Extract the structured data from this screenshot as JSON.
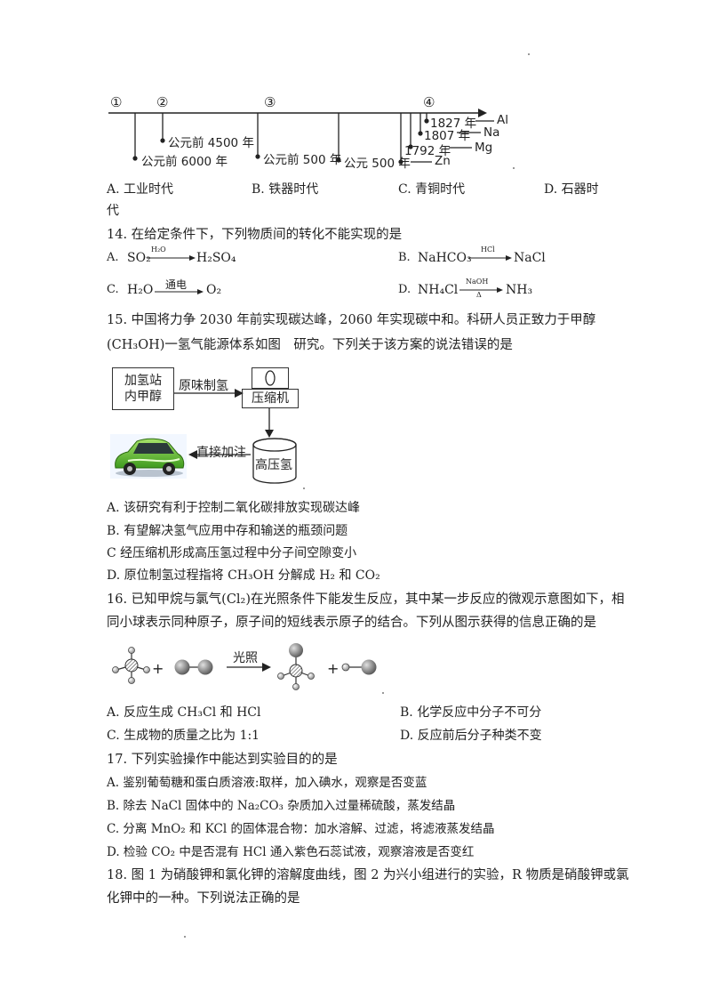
{
  "timeline": {
    "markers": [
      "①",
      "②",
      "③",
      "④"
    ],
    "dates": {
      "bc6000": "公元前 6000 年",
      "bc4500": "公元前 4500 年",
      "bc500": "公元前 500 年",
      "ad500": "公元 500 年",
      "y1827": "1827 年",
      "y1807": "1807 年",
      "y1792": "1792 年"
    },
    "metals": {
      "al": "Al",
      "na": "Na",
      "mg": "Mg",
      "zn": "Zn"
    }
  },
  "q13": {
    "options": [
      "A. 工业时代",
      "B. 铁器时代",
      "C. 青铜时代",
      "D. 石器时"
    ],
    "wrap": "代"
  },
  "q14": {
    "stem": "14. 在给定条件下，下列物质间的转化不能实现的是",
    "a": {
      "label": "A.",
      "left": "SO₂",
      "cond": "H₂O",
      "right": "H₂SO₄"
    },
    "b": {
      "label": "B.",
      "left": "NaHCO₃",
      "cond": "HCl",
      "right": "NaCl"
    },
    "c": {
      "label": "C.",
      "left": "H₂O",
      "cond": "通电",
      "right": "O₂"
    },
    "d": {
      "label": "D.",
      "left": "NH₄Cl",
      "cond": "NaOH",
      "cond2": "Δ",
      "right": "NH₃"
    }
  },
  "q15": {
    "line1": "15. 中国将力争 2030 年前实现碳达峰，2060 年实现碳中和。科研人员正致力于甲醇",
    "line2": "(CH₃OH)一氢气能源体系如图　研究。下列关于该方案的说法错误的是",
    "diagram": {
      "station": "加氢站\n内甲醇",
      "arrow1": "原味制氢",
      "compressor": "压缩机",
      "arrow2": "直接加注",
      "tank": "高压氢"
    },
    "options": [
      "A. 该研究有利于控制二氧化碳排放实现碳达峰",
      "B. 有望解决氢气应用中存和输送的瓶颈问题",
      "C  经压缩机形成高压氢过程中分子间空隙变小",
      "D. 原位制氢过程指将 CH₃OH 分解成 H₂ 和 CO₂"
    ]
  },
  "q16": {
    "line1": "16. 已知甲烷与氯气(Cl₂)在光照条件下能发生反应，其中某一步反应的微观示意图如下，相",
    "line2": "同小球表示同种原子，原子间的短线表示原子的结合。下列从图示获得的信息正确的是",
    "condition": "光照",
    "plus": "+",
    "options": [
      "A. 反应生成 CH₃Cl 和 HCl",
      "B. 化学反应中分子不可分",
      "C. 生成物的质量之比为 1:1",
      "D. 反应前后分子种类不变"
    ]
  },
  "q17": {
    "stem": "17. 下列实验操作中能达到实验目的的是",
    "options": [
      "A.   鉴别葡萄糖和蛋白质溶液:取样，加入碘水，观察是否变蓝",
      "B.   除去 NaCl 固体中的 Na₂CO₃ 杂质加入过量稀硫酸，蒸发结晶",
      "C.   分离 MnO₂ 和 KCl 的固体混合物：加水溶解、过滤，将滤液蒸发结晶",
      "D.   检验 CO₂ 中是否混有 HCl 通入紫色石蕊试液，观察溶液是否变红"
    ]
  },
  "q18": {
    "line1": "18. 图 1 为硝酸钾和氯化钾的溶解度曲线，图 2 为兴小组进行的实验，R 物质是硝酸钾或氯",
    "line2": "化钾中的一种。下列说法正确的是"
  }
}
